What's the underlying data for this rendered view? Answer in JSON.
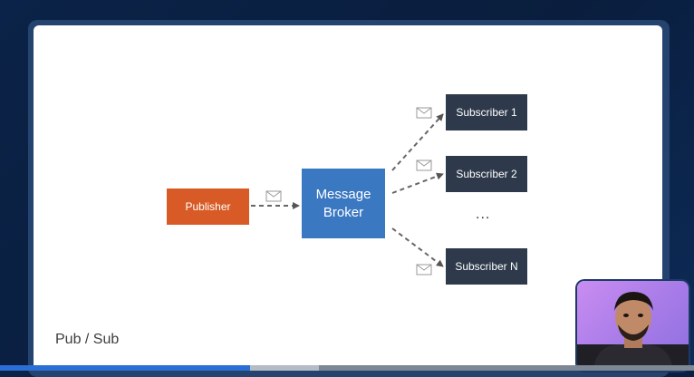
{
  "diagram": {
    "publisher_label": "Publisher",
    "broker_label_line1": "Message",
    "broker_label_line2": "Broker",
    "subscribers": [
      "Subscriber 1",
      "Subscriber 2",
      "Subscriber N"
    ],
    "ellipsis": "...",
    "colors": {
      "publisher": "#d85b27",
      "broker": "#3b78c2",
      "subscriber": "#2e3a4b"
    },
    "icons": [
      "envelope-icon"
    ]
  },
  "caption": "Pub / Sub",
  "video": {
    "progress_fraction": 0.36,
    "buffered_fraction": 0.46
  }
}
